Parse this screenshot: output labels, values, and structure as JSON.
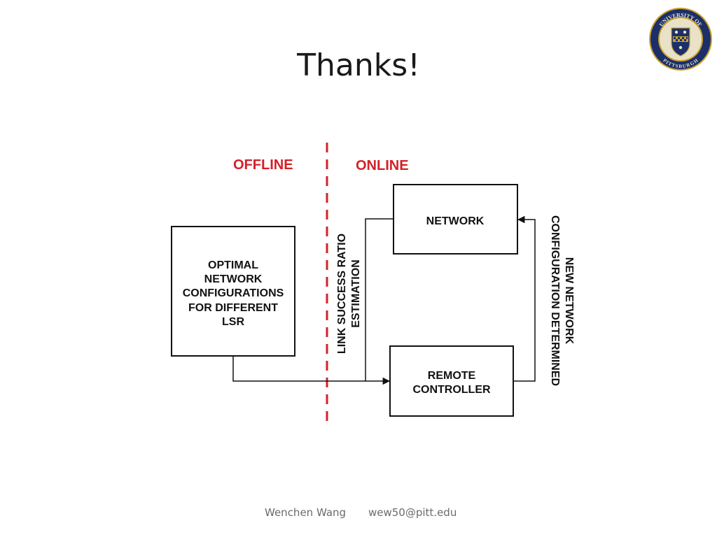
{
  "slide": {
    "title": "Thanks!"
  },
  "logo": {
    "icon": "university-seal-icon",
    "text_top": "UNIVERSITY OF",
    "text_bottom": "PITTSBURGH",
    "colors": {
      "ring": "#1c2f6b",
      "gold": "#c9a227"
    }
  },
  "diagram": {
    "offline_label": "OFFLINE",
    "online_label": "ONLINE",
    "offline_box": [
      "OPTIMAL",
      "NETWORK",
      "CONFIGURATIONS",
      "FOR DIFFERENT",
      "LSR"
    ],
    "network_box": "NETWORK",
    "controller_box": [
      "REMOTE",
      "CONTROLLER"
    ],
    "left_vertical_label": [
      "LINK SUCCESS RATIO",
      "ESTIMATION"
    ],
    "right_vertical_label": [
      "NEW NETWORK",
      "CONFIGURATION DETERMINED"
    ],
    "colors": {
      "divider": "#d32128",
      "stroke": "#111111"
    }
  },
  "footer": {
    "author": "Wenchen Wang",
    "email": "wew50@pitt.edu"
  }
}
